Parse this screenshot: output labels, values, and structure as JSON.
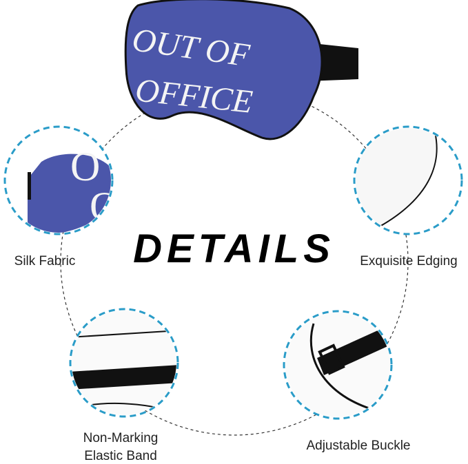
{
  "product": {
    "print_line1": "OUT OF",
    "print_line2": "OFFICE",
    "color": "#4b56aa"
  },
  "heading": "DETAILS",
  "features": [
    {
      "label": "Silk Fabric"
    },
    {
      "label": "Exquisite Edging"
    },
    {
      "label_line1": "Non-Marking",
      "label_line2": "Elastic Band"
    },
    {
      "label": "Adjustable Buckle"
    }
  ],
  "colors": {
    "accent_dash": "#2a9cc8",
    "mask": "#4b56aa",
    "edging": "#111111"
  }
}
